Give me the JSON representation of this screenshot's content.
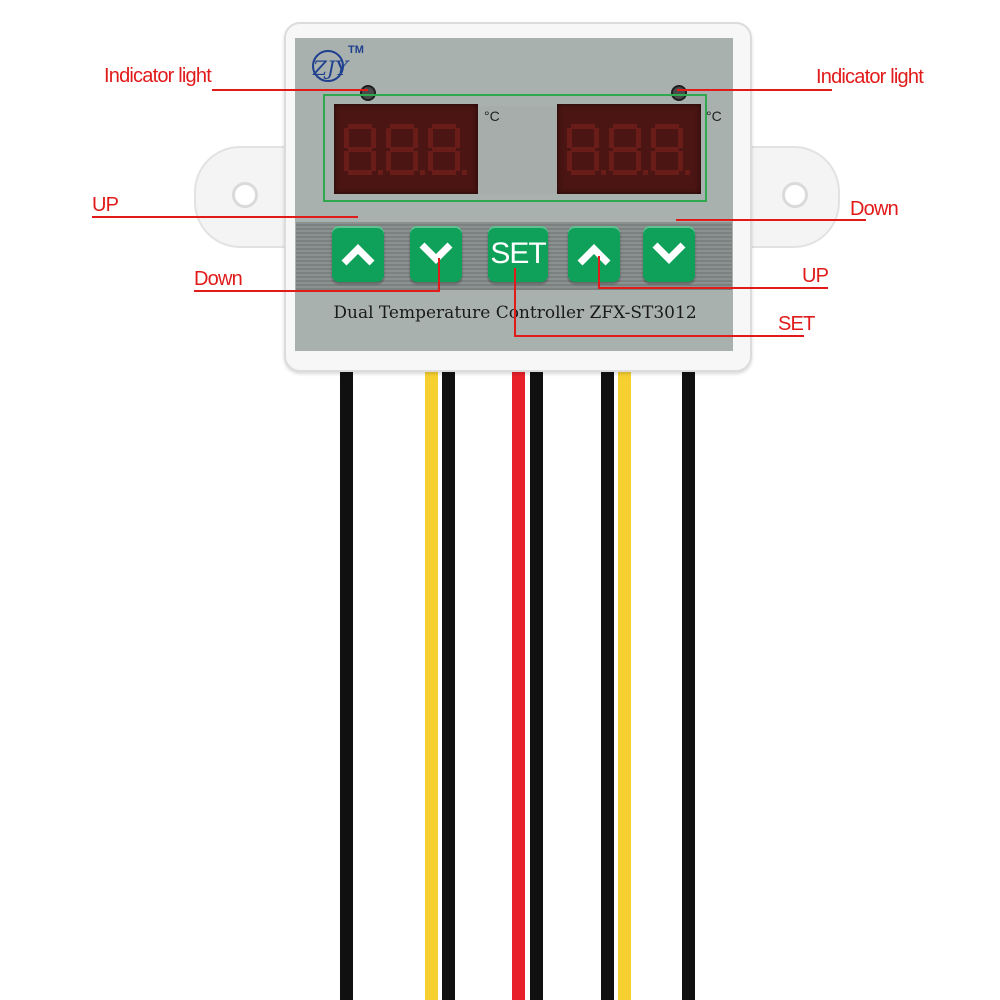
{
  "device": {
    "logo_text": "ZJY",
    "trademark": "TM",
    "product_name": "Dual Temperature Controller ZFX-ST3012",
    "unit_left": "°C",
    "unit_right": "°C",
    "set_button_label": "SET"
  },
  "callouts": {
    "indicator_left": "Indicator light",
    "indicator_right": "Indicator light",
    "up_left": "UP",
    "down_left": "Down",
    "down_right": "Down",
    "up_right": "UP",
    "set": "SET"
  },
  "colors": {
    "button_green": "#0fa05a",
    "display_red": "#4a1512",
    "callout_red": "#e11a1a",
    "panel_grey": "#a9b1af",
    "frame_green": "#2fa84f"
  },
  "wires": [
    "black",
    "yellow",
    "black",
    "red",
    "black",
    "black",
    "yellow",
    "black"
  ],
  "icons": [
    "up-arrow-icon",
    "down-arrow-icon",
    "logo-icon"
  ]
}
